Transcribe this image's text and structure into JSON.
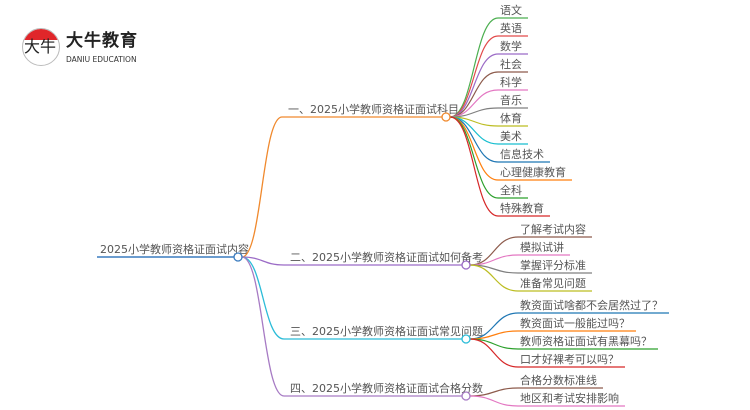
{
  "logo": {
    "mark_text": "大牛",
    "name_cn": "大牛教育",
    "name_en": "DANIU EDUCATION"
  },
  "root": {
    "label": "2025小学教师资格证面试内容",
    "color": "#3a7bbf"
  },
  "branches": [
    {
      "label": "一、2025小学教师资格证面试科目",
      "color": "#f0892d",
      "children": [
        {
          "label": "语文",
          "color": "#4caf50"
        },
        {
          "label": "英语",
          "color": "#e24a4a"
        },
        {
          "label": "数学",
          "color": "#9b6bc6"
        },
        {
          "label": "社会",
          "color": "#8d5b4c"
        },
        {
          "label": "科学",
          "color": "#e377c2"
        },
        {
          "label": "音乐",
          "color": "#7f7f7f"
        },
        {
          "label": "体育",
          "color": "#bcbd22"
        },
        {
          "label": "美术",
          "color": "#17becf"
        },
        {
          "label": "信息技术",
          "color": "#1f77b4"
        },
        {
          "label": "心理健康教育",
          "color": "#ff7f0e"
        },
        {
          "label": "全科",
          "color": "#2ca02c"
        },
        {
          "label": "特殊教育",
          "color": "#d62728"
        }
      ]
    },
    {
      "label": "二、2025小学教师资格证面试如何备考",
      "color": "#9b6bc6",
      "children": [
        {
          "label": "了解考试内容",
          "color": "#8d5b4c"
        },
        {
          "label": "模拟试讲",
          "color": "#e377c2"
        },
        {
          "label": "掌握评分标准",
          "color": "#7f7f7f"
        },
        {
          "label": "准备常见问题",
          "color": "#bcbd22"
        }
      ]
    },
    {
      "label": "三、2025小学教师资格证面试常见问题",
      "color": "#2bbcd8",
      "children": [
        {
          "label": "教资面试啥都不会居然过了？",
          "color": "#1f77b4"
        },
        {
          "label": "教资面试一般能过吗？",
          "color": "#ff7f0e"
        },
        {
          "label": "教师资格证面试有黑幕吗？",
          "color": "#2ca02c"
        },
        {
          "label": "口才好裸考可以吗？",
          "color": "#d62728"
        }
      ]
    },
    {
      "label": "四、2025小学教师资格证面试合格分数",
      "color": "#a77bc4",
      "children": [
        {
          "label": "合格分数标准线",
          "color": "#8d5b4c"
        },
        {
          "label": "地区和考试安排影响",
          "color": "#e377c2"
        }
      ]
    }
  ]
}
